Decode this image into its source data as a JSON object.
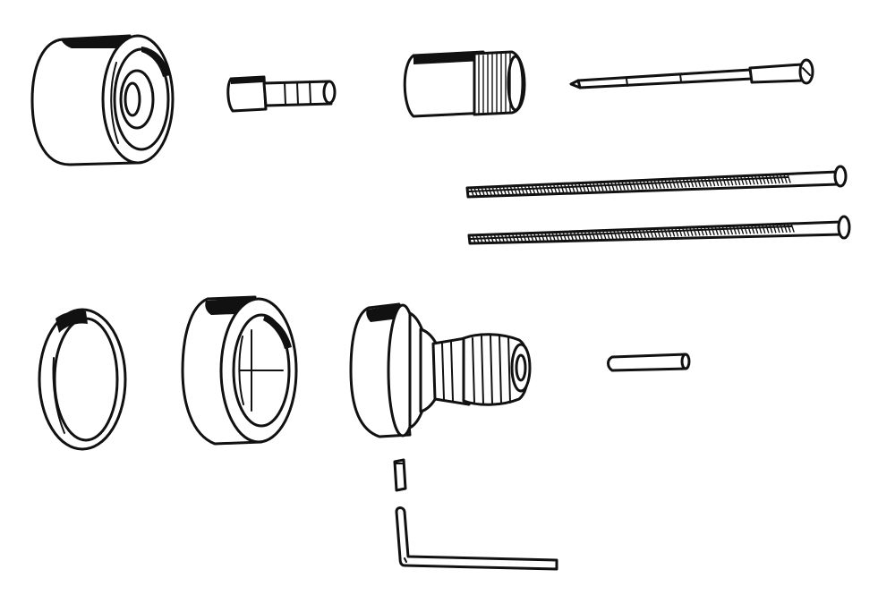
{
  "diagram": {
    "type": "exploded-parts-illustration",
    "colors": {
      "ink": "#111111",
      "paper": "#ffffff"
    },
    "parts": [
      {
        "id": "escutcheon-sleeve-top"
      },
      {
        "id": "spline-adapter"
      },
      {
        "id": "knurled-extension-sleeve"
      },
      {
        "id": "handle-screw-long"
      },
      {
        "id": "threaded-rod-1"
      },
      {
        "id": "threaded-rod-2"
      },
      {
        "id": "thin-ring"
      },
      {
        "id": "trim-sleeve"
      },
      {
        "id": "valve-cartridge-extension"
      },
      {
        "id": "pin"
      },
      {
        "id": "short-pin"
      },
      {
        "id": "hex-key"
      }
    ]
  }
}
